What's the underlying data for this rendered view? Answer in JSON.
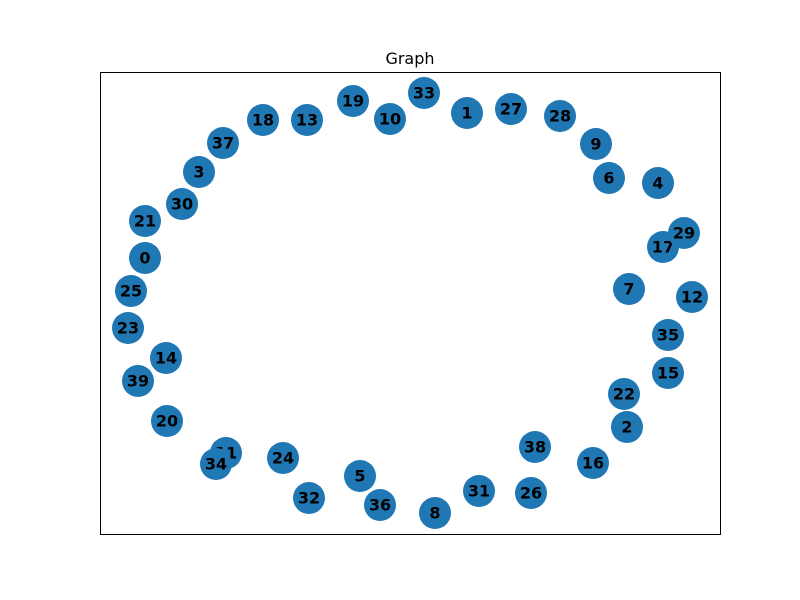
{
  "title": "Graph",
  "colors": {
    "node": "#1f77b4",
    "label": "#000000",
    "frame": "#000000"
  },
  "graph": {
    "nodes": [
      {
        "id": "0",
        "label": "0"
      },
      {
        "id": "1",
        "label": "1"
      },
      {
        "id": "2",
        "label": "2"
      },
      {
        "id": "3",
        "label": "3"
      },
      {
        "id": "4",
        "label": "4"
      },
      {
        "id": "5",
        "label": "5"
      },
      {
        "id": "6",
        "label": "6"
      },
      {
        "id": "7",
        "label": "7"
      },
      {
        "id": "8",
        "label": "8"
      },
      {
        "id": "9",
        "label": "9"
      },
      {
        "id": "10",
        "label": "10"
      },
      {
        "id": "11",
        "label": "11"
      },
      {
        "id": "12",
        "label": "12"
      },
      {
        "id": "13",
        "label": "13"
      },
      {
        "id": "14",
        "label": "14"
      },
      {
        "id": "15",
        "label": "15"
      },
      {
        "id": "16",
        "label": "16"
      },
      {
        "id": "17",
        "label": "17"
      },
      {
        "id": "18",
        "label": "18"
      },
      {
        "id": "19",
        "label": "19"
      },
      {
        "id": "20",
        "label": "20"
      },
      {
        "id": "21",
        "label": "21"
      },
      {
        "id": "22",
        "label": "22"
      },
      {
        "id": "23",
        "label": "23"
      },
      {
        "id": "24",
        "label": "24"
      },
      {
        "id": "25",
        "label": "25"
      },
      {
        "id": "26",
        "label": "26"
      },
      {
        "id": "27",
        "label": "27"
      },
      {
        "id": "28",
        "label": "28"
      },
      {
        "id": "29",
        "label": "29"
      },
      {
        "id": "30",
        "label": "30"
      },
      {
        "id": "31",
        "label": "31"
      },
      {
        "id": "32",
        "label": "32"
      },
      {
        "id": "33",
        "label": "33"
      },
      {
        "id": "34",
        "label": "34"
      },
      {
        "id": "35",
        "label": "35"
      },
      {
        "id": "36",
        "label": "36"
      },
      {
        "id": "37",
        "label": "37"
      },
      {
        "id": "38",
        "label": "38"
      },
      {
        "id": "39",
        "label": "39"
      }
    ],
    "edges": []
  }
}
